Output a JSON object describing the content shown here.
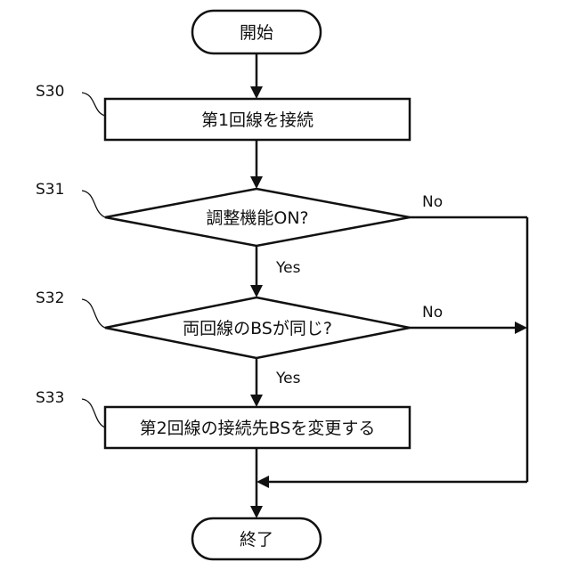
{
  "nodes": {
    "start": "開始",
    "s30": "第1回線を接続",
    "s31": "調整機能ON?",
    "s32": "両回線のBSが同じ?",
    "s33": "第2回線の接続先BSを変更する",
    "end": "終了"
  },
  "steps": {
    "s30": "S30",
    "s31": "S31",
    "s32": "S32",
    "s33": "S33"
  },
  "edges": {
    "s31_yes": "Yes",
    "s31_no": "No",
    "s32_yes": "Yes",
    "s32_no": "No"
  }
}
